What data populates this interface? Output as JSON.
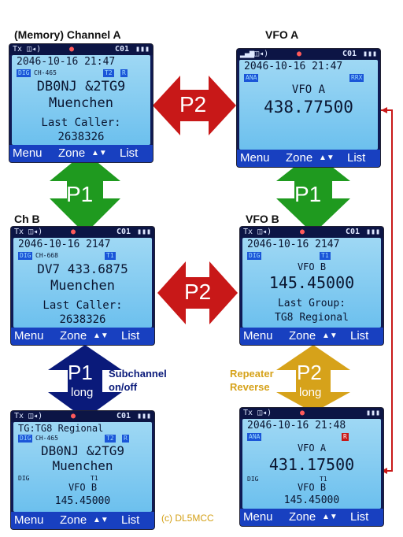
{
  "labels": {
    "top_left": "(Memory) Channel A",
    "top_right": "VFO A",
    "mid_left": "Ch B",
    "mid_right": "VFO B",
    "subchannel": "Subchannel on/off",
    "repeater": "Repeater Reverse",
    "copyright": "(c) DL5MCC"
  },
  "arrows": {
    "p1": "P1",
    "p2": "P2",
    "long": "long"
  },
  "colors": {
    "green": "#1f9a1f",
    "red": "#c81818",
    "navy": "#0a1a7a",
    "gold": "#d6a21a",
    "wire": "#c81818"
  },
  "screens": {
    "s1": {
      "ch": "C01",
      "date": "2046-10-16 21:47",
      "mode": "DIG",
      "chtag": "CH-465",
      "t": "T2",
      "r": "R",
      "line1": "DB0NJ &2TG9",
      "line2": "Muenchen",
      "line3": "Last Caller:",
      "line4": "2638326"
    },
    "s2": {
      "ch": "C01",
      "date": "2046-10-16 21:47",
      "mode": "ANA",
      "rx": "RRX",
      "line1": "VFO A",
      "line2": "438.77500"
    },
    "s3": {
      "ch": "C01",
      "date": "2046-10-16 2147",
      "mode": "DIG",
      "chtag": "CH-668",
      "t": "T1",
      "line1": "DV7 433.6875",
      "line2": "Muenchen",
      "line3": "Last Caller:",
      "line4": "2638326"
    },
    "s4": {
      "ch": "C01",
      "date": "2046-10-16 2147",
      "mode": "DIG",
      "t": "T1",
      "line1": "VFO B",
      "line2": "145.45000",
      "line3": "Last Group:",
      "line4": "TG8 Regional"
    },
    "s5": {
      "ch": "C01",
      "date": "TG:TG8 Regional",
      "mode": "DIG",
      "chtag": "CH-465",
      "t": "T2",
      "r": "R",
      "line1": "DB0NJ &2TG9",
      "line2": "Muenchen",
      "mode2": "DIG",
      "t2": "T1",
      "line3": "VFO B",
      "line4": "145.45000"
    },
    "s6": {
      "date": "2046-10-16 21:48",
      "mode": "ANA",
      "r": "R",
      "line1": "VFO A",
      "line2": "431.17500",
      "mode2": "DIG",
      "t2": "T1",
      "line3": "VFO B",
      "line4": "145.45000"
    }
  },
  "softkeys": {
    "menu": "Menu",
    "zone": "Zone",
    "list": "List"
  }
}
